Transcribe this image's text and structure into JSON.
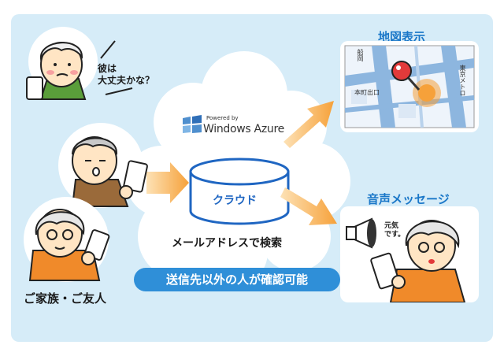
{
  "worry_bubble": "彼は\n大丈夫かな？",
  "azure": {
    "powered_by": "Powered by",
    "name": "Windows Azure"
  },
  "cloud_label": "クラウド",
  "search_caption": "メールアドレスで検索",
  "privacy_pill": "送信先以外の人が確認可能",
  "family_label": "ご家族・ご友人",
  "map": {
    "title": "地図表示",
    "label_left": "船岡",
    "label_bottom": "本町出口",
    "label_right": "東京メトロ"
  },
  "voice": {
    "title": "音声メッセージ",
    "bubble": "元気\nです。"
  },
  "colors": {
    "panel": "#d6ecf8",
    "accent_blue": "#1a77c8",
    "pill": "#2f8fd8",
    "arrow_orange": "#f6a13a",
    "cloud": "#ffffff"
  }
}
